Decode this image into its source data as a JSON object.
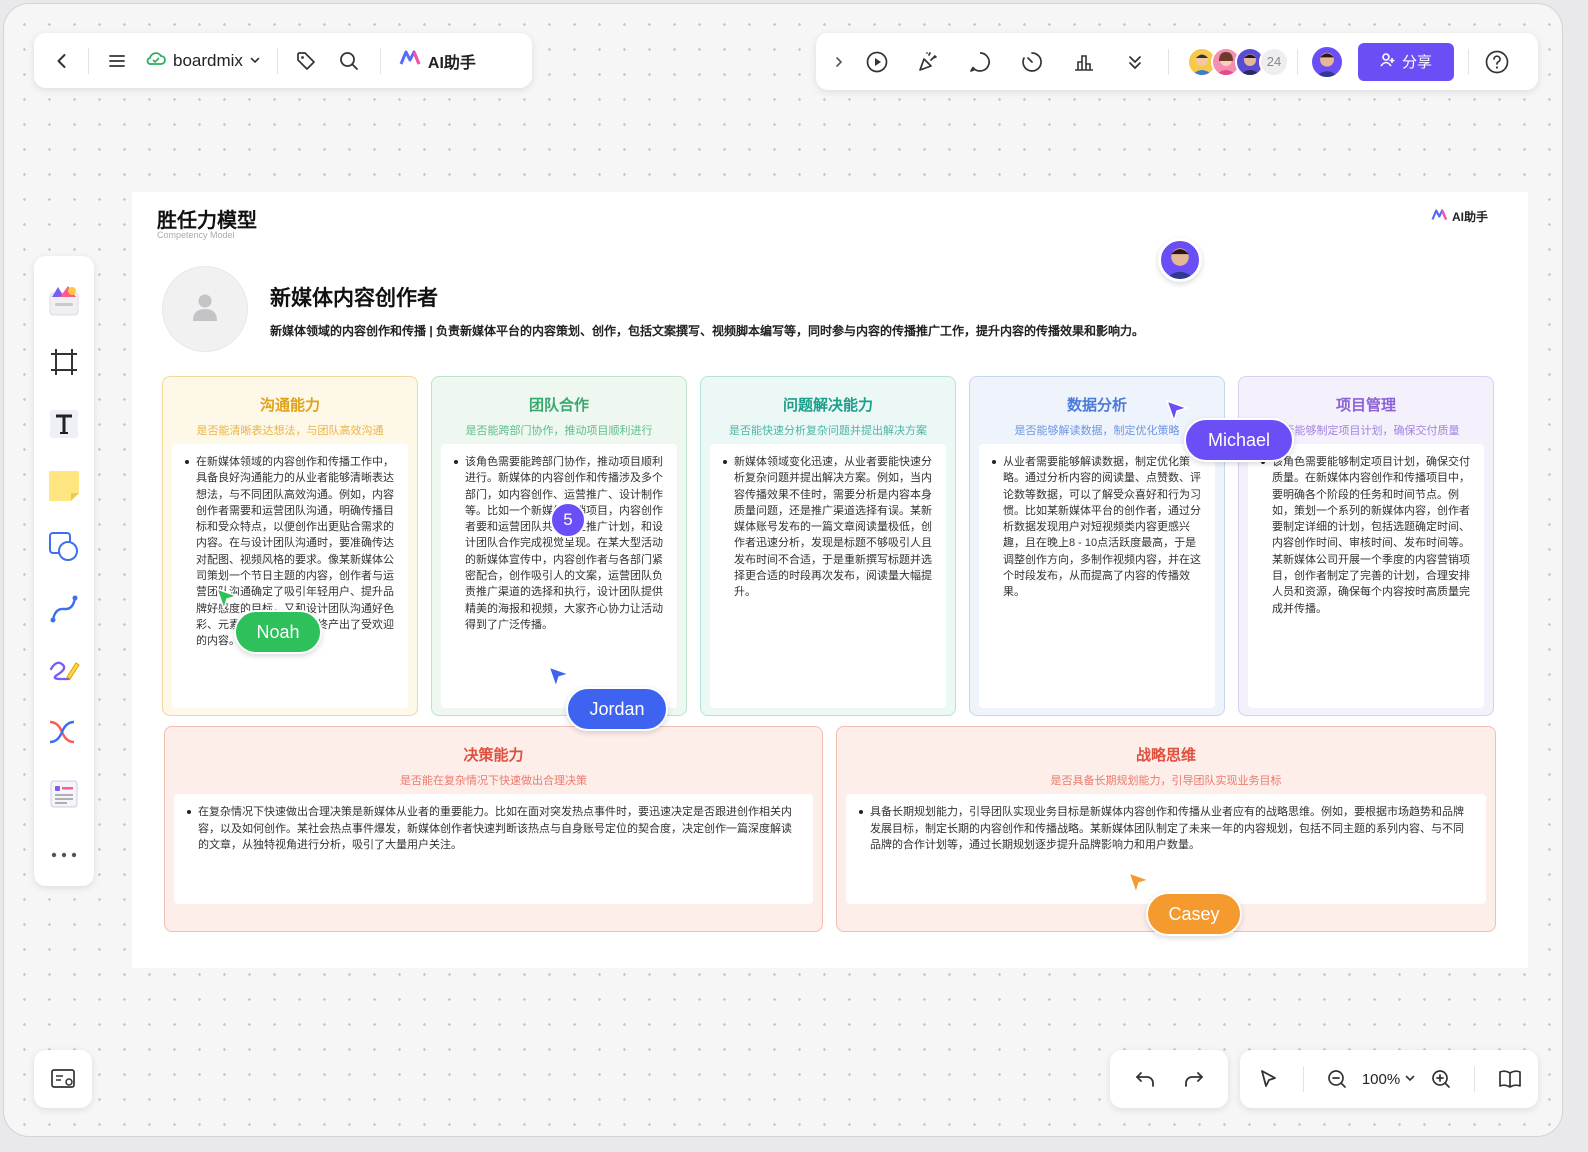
{
  "app": {
    "name": "boardmix",
    "ai_label": "AI助手"
  },
  "collab": {
    "count": "24",
    "share_label": "分享"
  },
  "zoom": {
    "level": "100%"
  },
  "board": {
    "title": "胜任力模型",
    "subtitle": "Competency Model",
    "ai_badge": "AI助手",
    "role_title": "新媒体内容创作者",
    "role_desc": "新媒体领域的内容创作和传播 | 负责新媒体平台的内容策划、创作，包括文案撰写、视频脚本编写等，同时参与内容的传播推广工作，提升内容的传播效果和影响力。",
    "cards": [
      {
        "title": "沟通能力",
        "sub": "是否能清晰表达想法，与团队高效沟通",
        "body": "在新媒体领域的内容创作和传播工作中，具备良好沟通能力的从业者能够清晰表达想法，与不同团队高效沟通。例如，内容创作者需要和运营团队沟通，明确传播目标和受众特点，以便创作出更贴合需求的内容。在与设计团队沟通时，要准确传达对配图、视频风格的要求。像某新媒体公司策划一个节日主题的内容，创作者与运营团队沟通确定了吸引年轻用户、提升品牌好感度的目标，又和设计团队沟通好色彩、元素等视觉呈现，最终产出了受欢迎的内容。",
        "color": "#e0a21a",
        "border": "#f3d79c",
        "bg": "#fef8e9"
      },
      {
        "title": "团队合作",
        "sub": "是否能跨部门协作，推动项目顺利进行",
        "body": "该角色需要能跨部门协作，推动项目顺利进行。新媒体的内容创作和传播涉及多个部门，如内容创作、运营推广、设计制作等。比如一个新媒体营销项目，内容创作者要和运营团队共同制定推广计划，和设计团队合作完成视觉呈现。在某大型活动的新媒体宣传中，内容创作者与各部门紧密配合，创作吸引人的文案，运营团队负责推广渠道的选择和执行，设计团队提供精美的海报和视频，大家齐心协力让活动得到了广泛传播。",
        "color": "#3aa76d",
        "border": "#bfe2cc",
        "bg": "#eef8f1"
      },
      {
        "title": "问题解决能力",
        "sub": "是否能快速分析复杂问题并提出解决方案",
        "body": "新媒体领域变化迅速，从业者要能快速分析复杂问题并提出解决方案。例如，当内容传播效果不佳时，需要分析是内容本身质量问题，还是推广渠道选择有误。某新媒体账号发布的一篇文章阅读量极低，创作者迅速分析，发现是标题不够吸引人且发布时间不合适，于是重新撰写标题并选择更合适的时段再次发布，阅读量大幅提升。",
        "color": "#1f9e8c",
        "border": "#b4e3dc",
        "bg": "#ecf8f6"
      },
      {
        "title": "数据分析",
        "sub": "是否能够解读数据，制定优化策略",
        "body": "从业者需要能够解读数据，制定优化策略。通过分析内容的阅读量、点赞数、评论数等数据，可以了解受众喜好和行为习惯。比如某新媒体平台的创作者，通过分析数据发现用户对短视频类内容更感兴趣，且在晚上8 - 10点活跃度最高，于是调整创作方向，多制作视频内容，并在这个时段发布，从而提高了内容的传播效果。",
        "color": "#4a7bd8",
        "border": "#c6d6f2",
        "bg": "#eff4fc"
      },
      {
        "title": "项目管理",
        "sub": "是否能够制定项目计划，确保交付质量",
        "body": "该角色需要能够制定项目计划，确保交付质量。在新媒体内容创作和传播项目中，要明确各个阶段的任务和时间节点。例如，策划一个系列的新媒体内容，创作者要制定详细的计划，包括选题确定时间、内容创作时间、审核时间、发布时间等。某新媒体公司开展一个季度的内容营销项目，创作者制定了完善的计划，合理安排人员和资源，确保每个内容按时高质量完成并传播。",
        "color": "#8a62d6",
        "border": "#d9cdf2",
        "bg": "#f5f1fc"
      },
      {
        "title": "决策能力",
        "sub": "是否能在复杂情况下快速做出合理决策",
        "body": "在复杂情况下快速做出合理决策是新媒体从业者的重要能力。比如在面对突发热点事件时，要迅速决定是否跟进创作相关内容，以及如何创作。某社会热点事件爆发，新媒体创作者快速判断该热点与自身账号定位的契合度，决定创作一篇深度解读的文章，从独特视角进行分析，吸引了大量用户关注。",
        "color": "#e0503f",
        "border": "#f2bdb3",
        "bg": "#fdeeea"
      },
      {
        "title": "战略思维",
        "sub": "是否具备长期规划能力，引导团队实现业务目标",
        "body": "具备长期规划能力，引导团队实现业务目标是新媒体内容创作和传播从业者应有的战略思维。例如，要根据市场趋势和品牌发展目标，制定长期的内容创作和传播战略。某新媒体团队制定了未来一年的内容规划，包括不同主题的系列内容、与不同品牌的合作计划等，通过长期规划逐步提升品牌影响力和用户数量。",
        "color": "#e0503f",
        "border": "#f2bdb3",
        "bg": "#fdeeea"
      }
    ]
  },
  "cursors": [
    {
      "name": "Noah",
      "color": "#2ec05a"
    },
    {
      "name": "Jordan",
      "color": "#3d63f0"
    },
    {
      "name": "Michael",
      "color": "#6b4ef5"
    },
    {
      "name": "Casey",
      "color": "#f59a2f"
    }
  ],
  "badge": {
    "value": "5"
  }
}
